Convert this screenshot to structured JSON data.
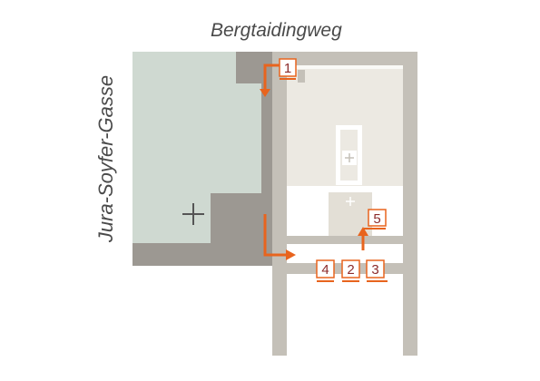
{
  "streets": {
    "top": "Bergtaidingweg",
    "left": "Jura-Soyfer-Gasse"
  },
  "markers": [
    {
      "id": "1",
      "label": "1"
    },
    {
      "id": "2",
      "label": "2"
    },
    {
      "id": "3",
      "label": "3"
    },
    {
      "id": "4",
      "label": "4"
    },
    {
      "id": "5",
      "label": "5"
    }
  ],
  "colors": {
    "accent": "#e8641e",
    "marker_text": "#8c2b2b",
    "green_area": "#cfd9d1",
    "dark_gray": "#9c9892",
    "light_gray": "#c4c0b8",
    "building_fill": "#ece9e2",
    "annex_fill": "#e3dfd6"
  }
}
